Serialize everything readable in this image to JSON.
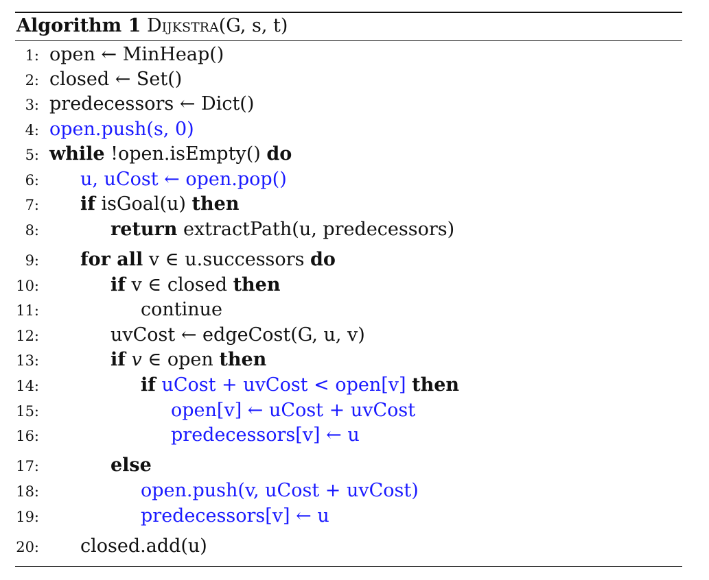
{
  "algorithm": {
    "label": "Algorithm 1",
    "name": "Dijkstra",
    "args": "(G, s, t)"
  },
  "lines": [
    {
      "num": "1:",
      "parts": [
        {
          "t": "open ← MinHeap()"
        }
      ]
    },
    {
      "num": "2:",
      "parts": [
        {
          "t": "closed ← Set()"
        }
      ]
    },
    {
      "num": "3:",
      "parts": [
        {
          "t": "predecessors ← Dict()"
        }
      ]
    },
    {
      "num": "4:",
      "parts": [
        {
          "t": "open.push(s, 0)",
          "style": "hl"
        }
      ]
    },
    {
      "num": "5:",
      "parts": [
        {
          "t": "while",
          "style": "kw"
        },
        {
          "t": " !open.isEmpty() "
        },
        {
          "t": "do",
          "style": "kw"
        }
      ]
    },
    {
      "num": "6:",
      "parts": [
        {
          "t": "u, uCost ← open.pop()",
          "style": "hl"
        }
      ]
    },
    {
      "num": "7:",
      "parts": [
        {
          "t": "if",
          "style": "kw"
        },
        {
          "t": " isGoal(u) "
        },
        {
          "t": "then",
          "style": "kw"
        }
      ]
    },
    {
      "num": "8:",
      "parts": [
        {
          "t": "return",
          "style": "kw"
        },
        {
          "t": " extractPath(u, predecessors)"
        }
      ]
    },
    {
      "num": "9:",
      "parts": [
        {
          "t": "for all",
          "style": "kw"
        },
        {
          "t": " v ∈ u.successors "
        },
        {
          "t": "do",
          "style": "kw"
        }
      ]
    },
    {
      "num": "10:",
      "parts": [
        {
          "t": "if",
          "style": "kw"
        },
        {
          "t": " v ∈ closed "
        },
        {
          "t": "then",
          "style": "kw"
        }
      ]
    },
    {
      "num": "11:",
      "parts": [
        {
          "t": "continue"
        }
      ]
    },
    {
      "num": "12:",
      "parts": [
        {
          "t": "uvCost ← edgeCost(G, u, v)"
        }
      ]
    },
    {
      "num": "13:",
      "parts": [
        {
          "t": "if",
          "style": "kw"
        },
        {
          "t": " "
        },
        {
          "t": "v",
          "style": "it"
        },
        {
          "t": " ∈ open "
        },
        {
          "t": "then",
          "style": "kw"
        }
      ]
    },
    {
      "num": "14:",
      "parts": [
        {
          "t": "if",
          "style": "kw"
        },
        {
          "t": " "
        },
        {
          "t": "uCost + uvCost < open[v]",
          "style": "hl"
        },
        {
          "t": " "
        },
        {
          "t": "then",
          "style": "kw"
        }
      ]
    },
    {
      "num": "15:",
      "parts": [
        {
          "t": "open[v] ← uCost + uvCost",
          "style": "hl"
        }
      ]
    },
    {
      "num": "16:",
      "parts": [
        {
          "t": "predecessors[v] ← u",
          "style": "hl"
        }
      ]
    },
    {
      "num": "17:",
      "parts": [
        {
          "t": "else",
          "style": "kw"
        }
      ]
    },
    {
      "num": "18:",
      "parts": [
        {
          "t": "open.push(v, uCost + uvCost)",
          "style": "hl"
        }
      ]
    },
    {
      "num": "19:",
      "parts": [
        {
          "t": "predecessors[v] ← u",
          "style": "hl"
        }
      ]
    },
    {
      "num": "20:",
      "parts": [
        {
          "t": "closed.add(u)"
        }
      ]
    }
  ]
}
